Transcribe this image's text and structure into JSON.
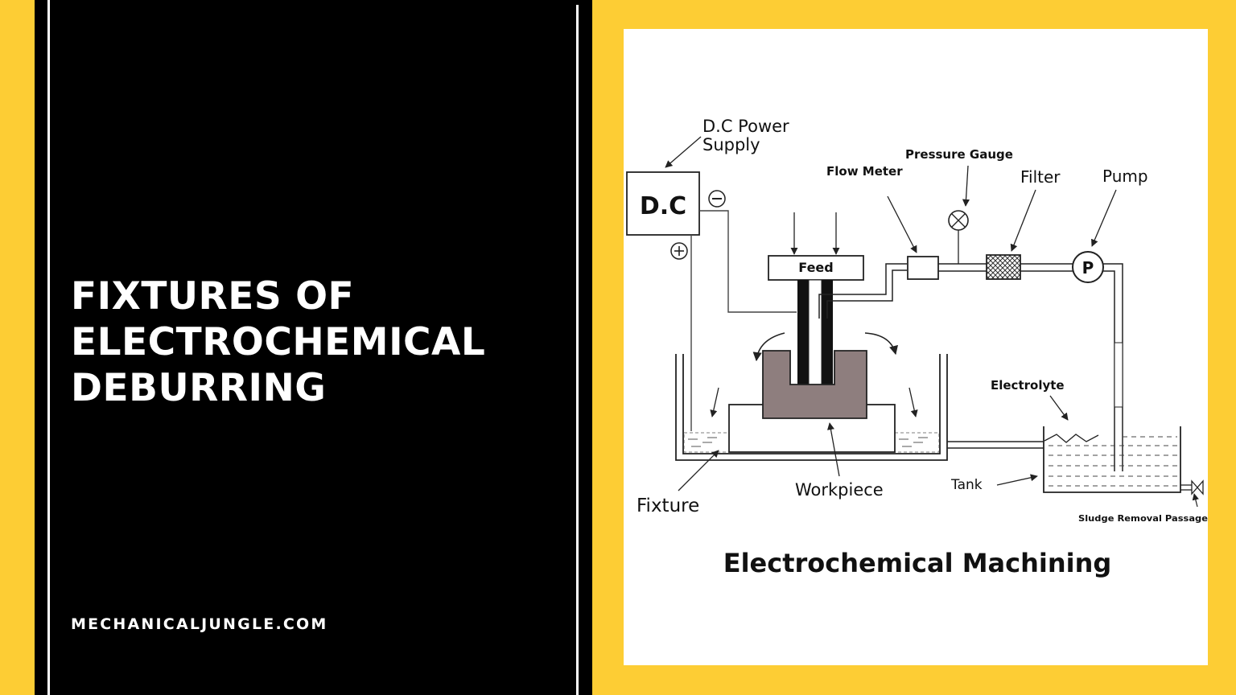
{
  "slide": {
    "title_lines": [
      "FIXTURES OF",
      "ELECTROCHEMICAL",
      "DEBURRING"
    ],
    "website": "MECHANICALJUNGLE.COM"
  },
  "diagram": {
    "labels": {
      "dc_power_supply_line1": "D.C Power",
      "dc_power_supply_line2": "Supply",
      "dc_box": "D.C",
      "negative": "⊖",
      "positive": "⊕",
      "flow_meter": "Flow Meter",
      "pressure_gauge": "Pressure Gauge",
      "filter": "Filter",
      "pump": "Pump",
      "pump_symbol": "P",
      "feed": "Feed",
      "electrolyte": "Electrolyte",
      "tank": "Tank",
      "fixture": "Fixture",
      "workpiece": "Workpiece",
      "sludge": "Sludge Removal Passage"
    },
    "caption": "Electrochemical Machining"
  },
  "colors": {
    "background": "#fdcd34",
    "panel": "#000000",
    "workpiece_fill": "#8e7e7e"
  }
}
